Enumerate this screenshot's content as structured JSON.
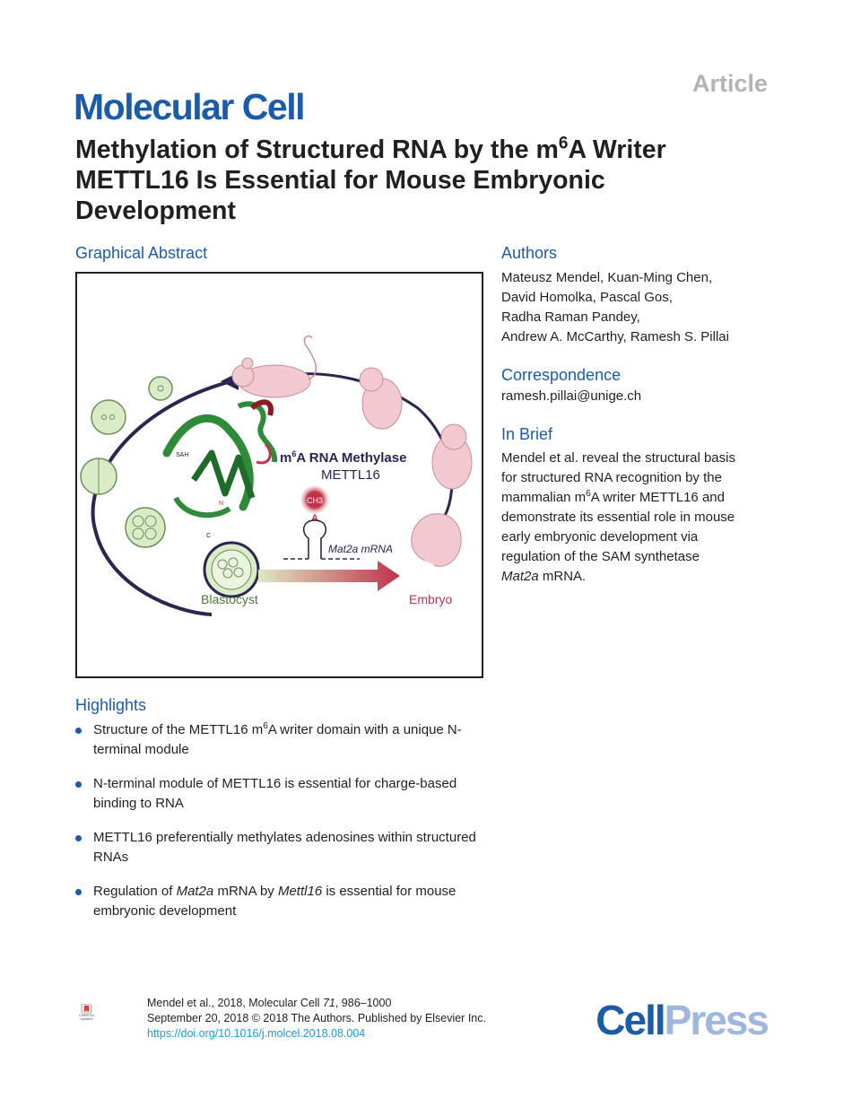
{
  "header": {
    "article_tag": "Article",
    "journal": "Molecular Cell",
    "title_part1": "Methylation of Structured RNA by the m",
    "title_sup": "6",
    "title_part2": "A Writer METTL16 Is Essential for Mouse Embryonic Development"
  },
  "graphical_abstract": {
    "heading": "Graphical Abstract",
    "labels": {
      "methylase_prefix": "m",
      "methylase_sup": "6",
      "methylase_rest": "A RNA Methylase",
      "enzyme": "METTL16",
      "ch3": "CH3",
      "adenosine": "A",
      "mrna": "Mat2a mRNA",
      "blastocyst": "Blastocyst",
      "embryo": "Embryo",
      "sah": "SAH",
      "n_term": "N",
      "c_term": "C"
    },
    "colors": {
      "protein": "#2e8b3a",
      "crimson": "#c0324a",
      "cycle": "#2b2552",
      "mouse": "#f3c9d1",
      "cells": "#d9ebc7"
    }
  },
  "authors": {
    "heading": "Authors",
    "lines": [
      "Mateusz Mendel, Kuan-Ming Chen,",
      "David Homolka, Pascal Gos,",
      "Radha Raman Pandey,",
      "Andrew A. McCarthy, Ramesh S. Pillai"
    ]
  },
  "correspondence": {
    "heading": "Correspondence",
    "email": "ramesh.pillai@unige.ch"
  },
  "in_brief": {
    "heading": "In Brief",
    "line1": "Mendel et al. reveal the structural basis",
    "line2": "for structured RNA recognition by the",
    "line3_a": "mammalian m",
    "line3_sup": "6",
    "line3_b": "A writer METTL16 and",
    "line4": "demonstrate its essential role in mouse",
    "line5": "early embryonic development via",
    "line6": "regulation of the SAM synthetase",
    "line7_italic": "Mat2a",
    "line7_rest": " mRNA."
  },
  "highlights": {
    "heading": "Highlights",
    "h1_a": "Structure of the METTL16 m",
    "h1_sup": "6",
    "h1_b": "A writer domain with a unique N-terminal module",
    "h2": "N-terminal module of METTL16 is essential for charge-based binding to RNA",
    "h3": "METTL16 preferentially methylates adenosines within structured RNAs",
    "h4_a": "Regulation of ",
    "h4_it1": "Mat2a",
    "h4_b": " mRNA by ",
    "h4_it2": "Mettl16",
    "h4_c": " is essential for mouse embryonic development"
  },
  "footer": {
    "citation_a": "Mendel et al., 2018, Molecular Cell ",
    "citation_vol": "71",
    "citation_b": ", 986–1000",
    "date_line": "September 20, 2018 © 2018 The Authors. Published by Elsevier Inc.",
    "doi": "https://doi.org/10.1016/j.molcel.2018.08.004",
    "updates_badge": "Check for updates",
    "publisher_a": "Cell",
    "publisher_b": "Press"
  }
}
